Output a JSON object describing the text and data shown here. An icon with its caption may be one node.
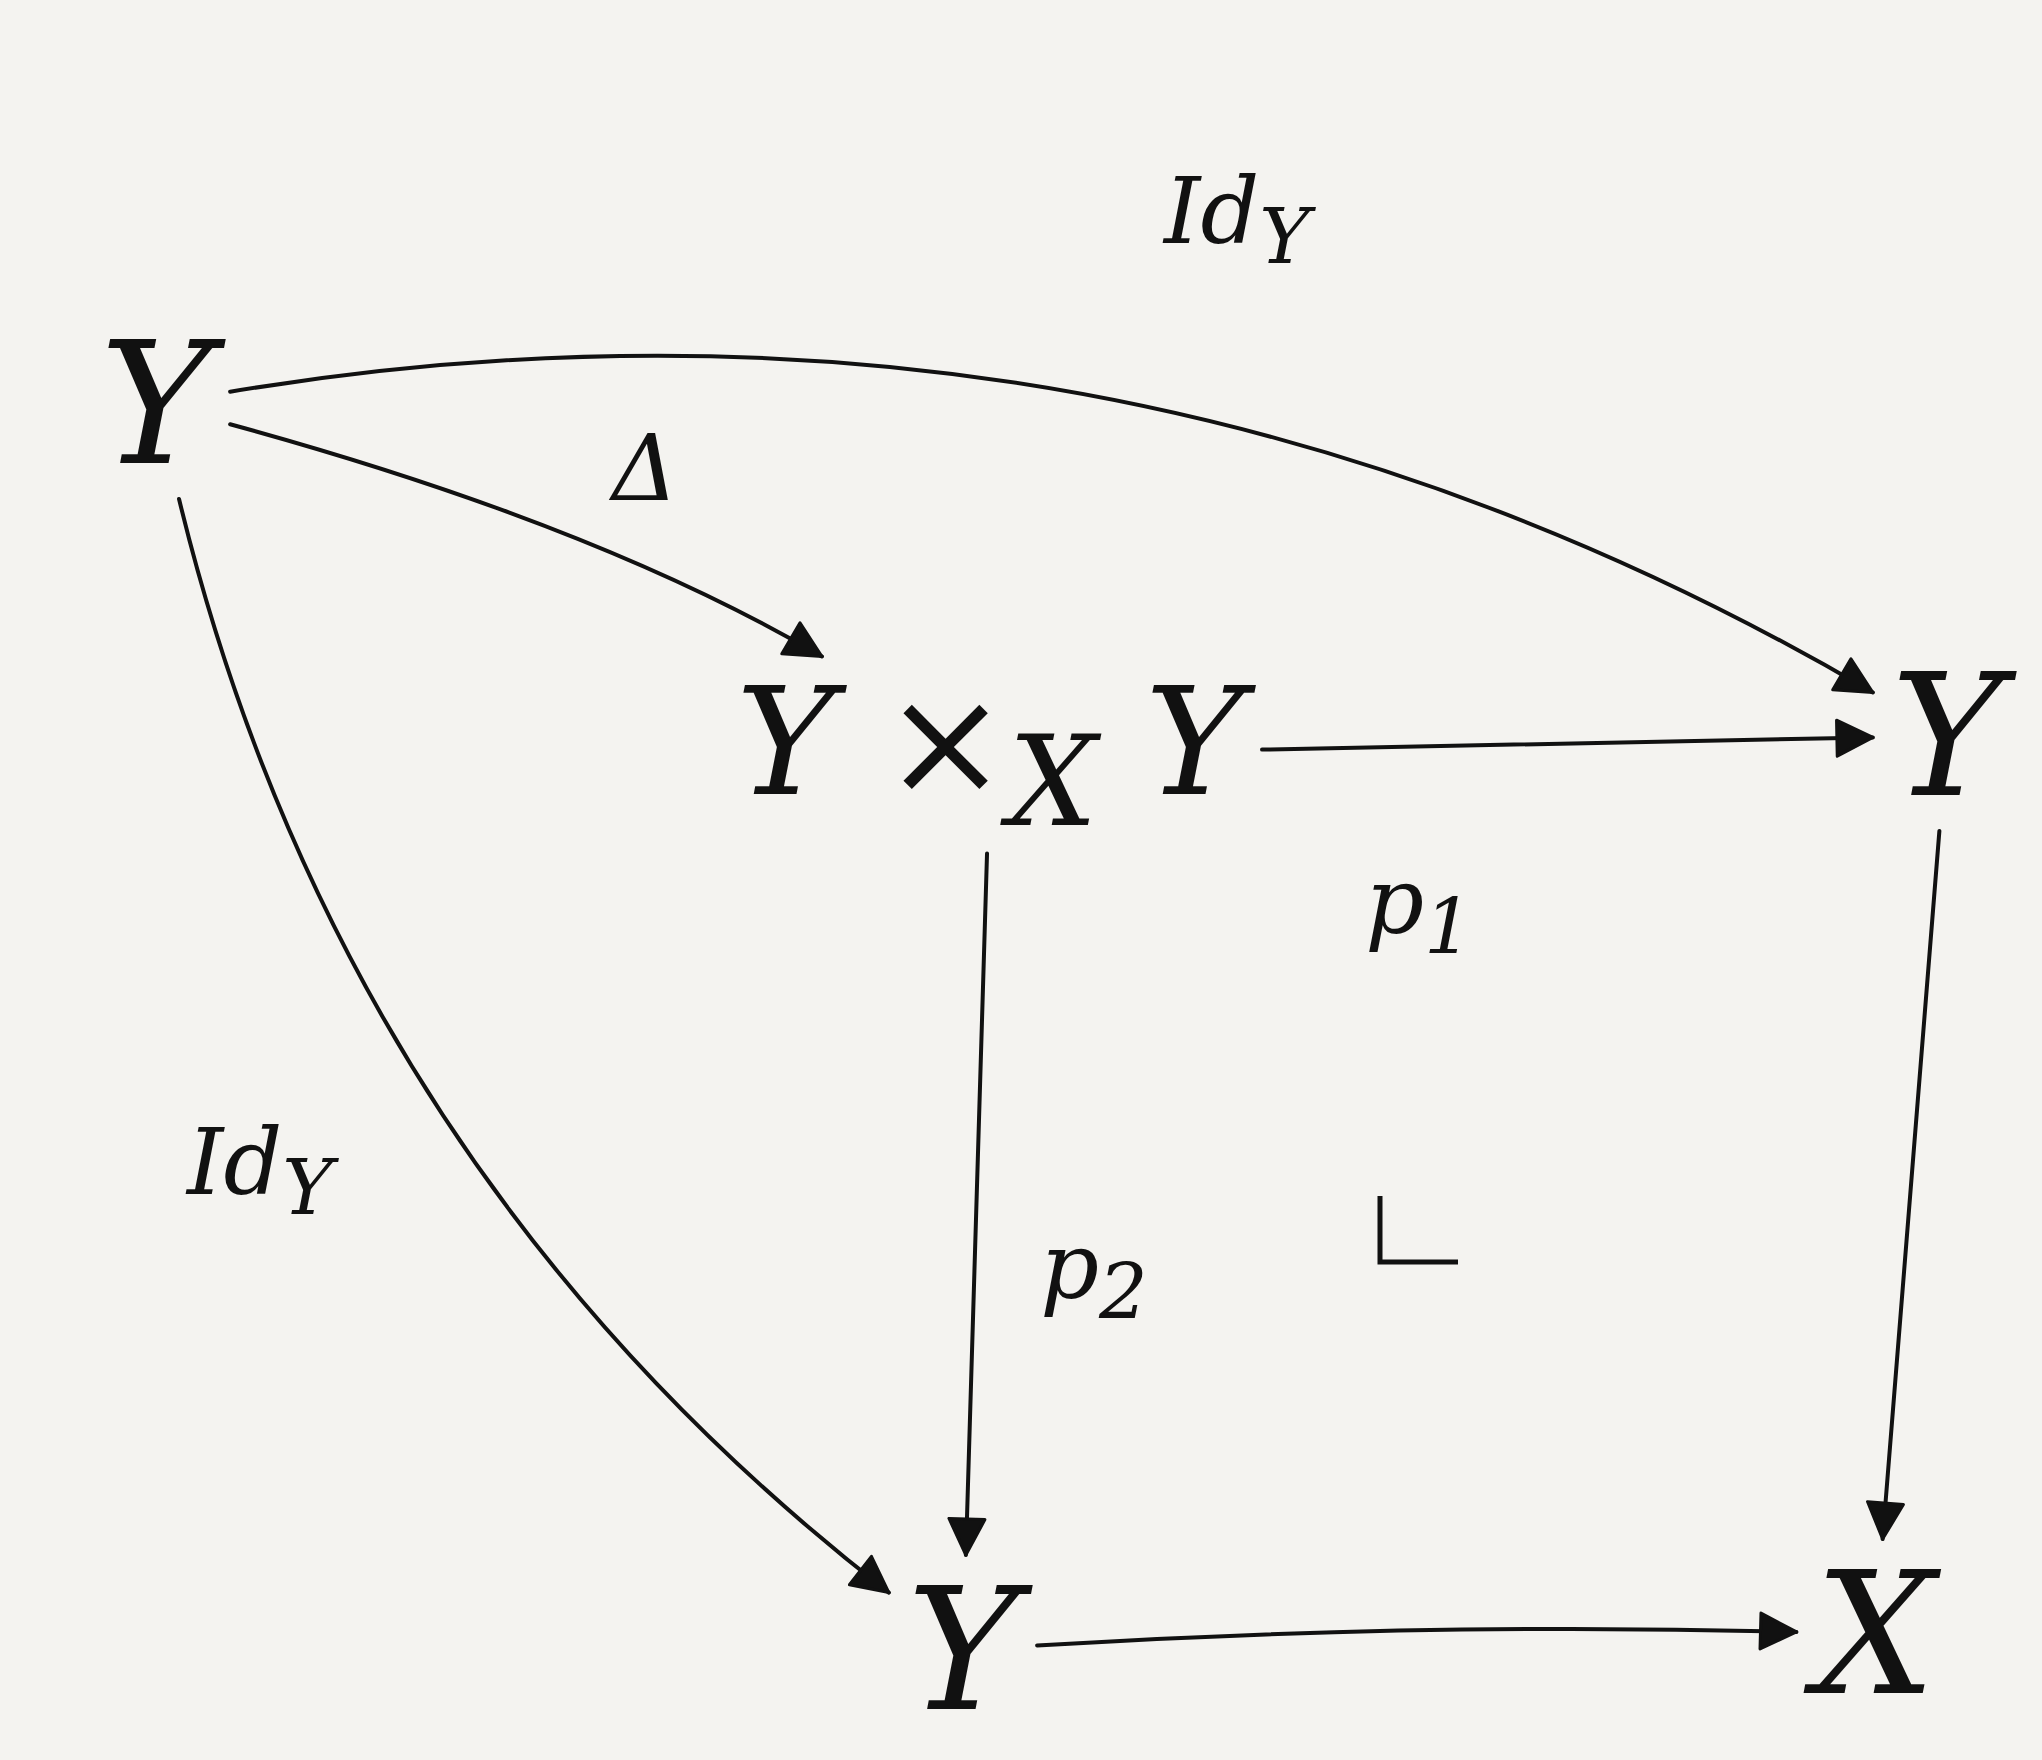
{
  "diagram": {
    "nodes": [
      {
        "text": [
          "Y"
        ]
      },
      {
        "text": [
          "Y ×$_{X}$ Y"
        ]
      },
      {
        "text": [
          "Y"
        ]
      },
      {
        "text": [
          "Y"
        ]
      },
      {
        "text": [
          "X"
        ]
      }
    ],
    "edges": [
      {
        "from": 0,
        "to": 2,
        "arrow": "to",
        "label": "Id$_{Y}$"
      },
      {
        "from": 0,
        "to": 1,
        "arrow": "to",
        "label": "Δ"
      },
      {
        "from": 0,
        "to": 3,
        "arrow": "to",
        "label": "Id$_{Y}$"
      },
      {
        "from": 1,
        "to": 2,
        "arrow": "to",
        "label": "p$_{1}$"
      },
      {
        "from": 1,
        "to": 3,
        "arrow": "to",
        "label": "p$_{2}$"
      },
      {
        "from": 2,
        "to": 4,
        "arrow": "to"
      },
      {
        "from": 3,
        "to": 4,
        "arrow": "to"
      }
    ]
  }
}
